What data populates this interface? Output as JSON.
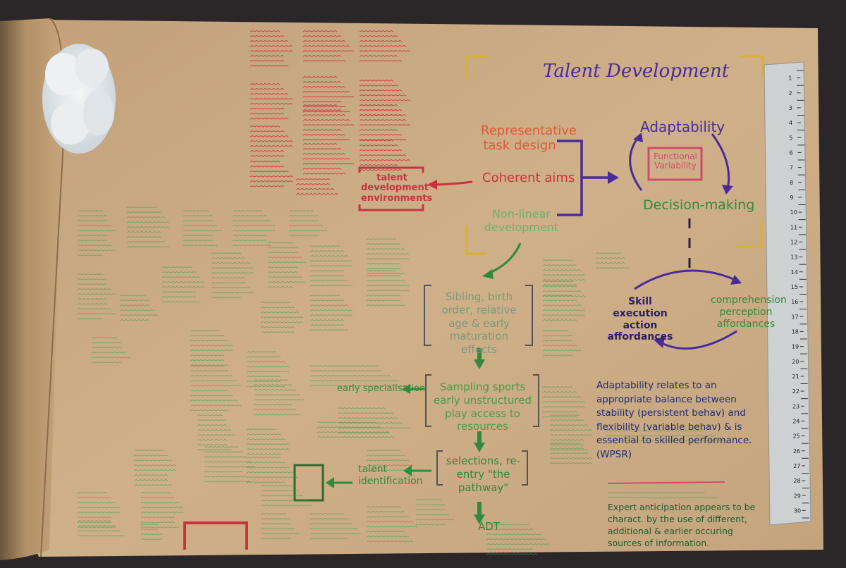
{
  "colors": {
    "background": "#2b2628",
    "paper": "#c9a981",
    "paper_shadow": "#a9885e",
    "red": "#c8323f",
    "orange": "#e0593a",
    "purple": "#4a2a9a",
    "green": "#2f8a3f",
    "light_green": "#6fb26a",
    "yellow": "#d6b136",
    "pink": "#d24a6a",
    "ruler": "#cfd2d2"
  },
  "icons": [
    "cotton-wool-object",
    "steel-ruler"
  ],
  "mind_map": {
    "title": "Talent Development",
    "center_left": {
      "item_1": "Representative task design",
      "item_2": "Coherent aims",
      "item_3": "Non-linear development"
    },
    "talent_box": "talent development environments",
    "adaptability_cycle": {
      "top": "Adaptability",
      "center": "Functional Variability",
      "bottom": "Decision-making"
    },
    "affordances": {
      "left": "Skill execution action affordances",
      "right": "comprehension perception affordances"
    },
    "pathway": {
      "step_1": "Sibling, birth order, relative age & early maturation effects",
      "step_2": "Sampling sports early unstructured play access to resources",
      "step_3": "selections, re-entry \"the pathway\"",
      "step_4": "ADT"
    },
    "early_spec": "early specialisation",
    "talent_id": "talent identification",
    "definition": "Adaptability relates to an appropriate balance between stability (persistent behav) and flexibility (variable behav) & is essential to skilled performance. (WPSR)",
    "anticipation": "Expert anticipation appears to be charact. by the use of different, additional & earlier occuring sources of information."
  },
  "ruler_labels": [
    "1",
    "2",
    "3",
    "4",
    "5",
    "6",
    "7",
    "8",
    "9",
    "10",
    "11",
    "12",
    "13",
    "14",
    "15",
    "16",
    "17",
    "18",
    "19",
    "20",
    "21",
    "22",
    "23",
    "24",
    "25",
    "26",
    "27",
    "28",
    "29",
    "30"
  ]
}
